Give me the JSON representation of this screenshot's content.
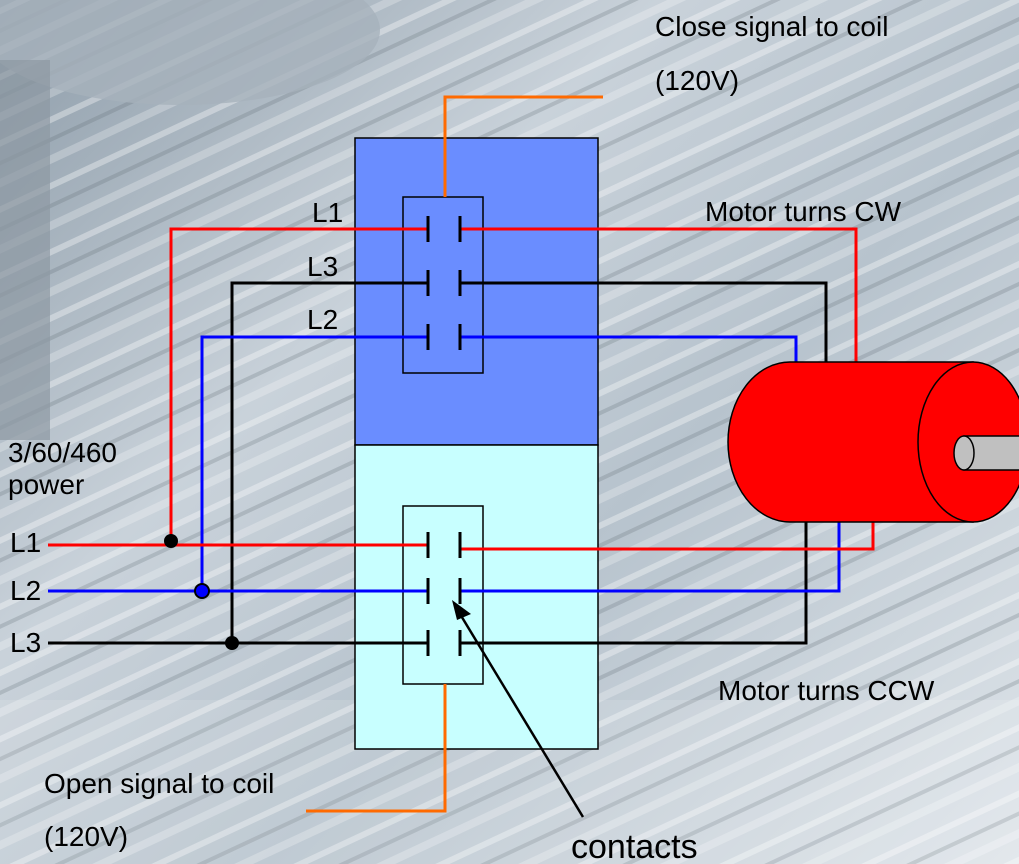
{
  "diagram": {
    "labels": {
      "close_signal_line1": "Close signal to coil",
      "close_signal_line2": "(120V)",
      "open_signal_line1": "Open signal to coil",
      "open_signal_line2": "(120V)",
      "power_line1": "3/60/460",
      "power_line2": "power",
      "motor_cw": "Motor turns CW",
      "motor_ccw": "Motor turns CCW",
      "contacts": "contacts",
      "upper_l1": "L1",
      "upper_l3": "L3",
      "upper_l2": "L2",
      "input_l1": "L1",
      "input_l2": "L2",
      "input_l3": "L3"
    },
    "colors": {
      "l1_wire": "#ff0000",
      "l2_wire": "#0000ff",
      "l3_wire": "#000000",
      "signal_wire": "#ff6a00",
      "forward_contactor": "#6a8dff",
      "reverse_contactor": "#c8ffff",
      "motor_body": "#ff0000",
      "motor_shaft": "#c0c0c0"
    }
  }
}
